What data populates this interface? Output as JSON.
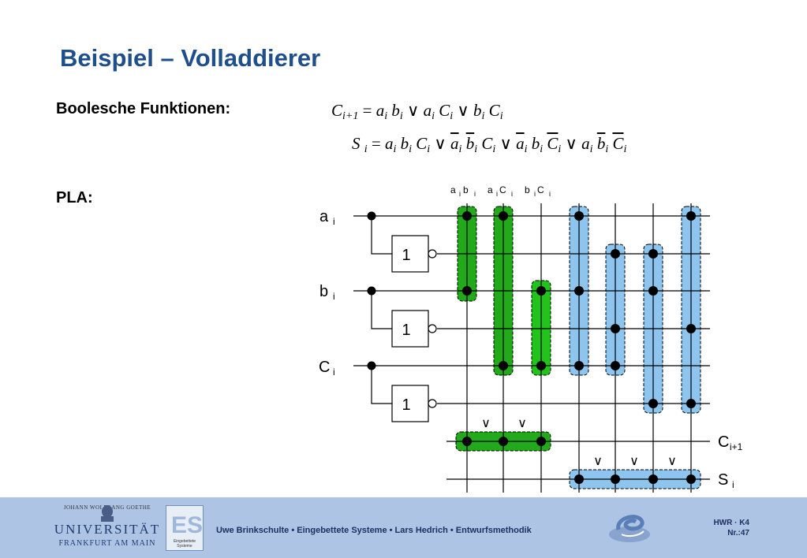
{
  "title": "Beispiel – Volladdierer",
  "labels": {
    "boolean_functions": "Boolesche Funktionen:",
    "pla": "PLA:"
  },
  "inputs": {
    "a": "a",
    "a_sub": "i",
    "b": "b",
    "b_sub": "i",
    "c": "C",
    "c_sub": "i"
  },
  "inverter_label": "1",
  "column_headers": {
    "h1_a": "a",
    "h1_as": "i",
    "h1_b": "b",
    "h1_bs": "i",
    "h2_a": "a",
    "h2_as": "i",
    "h2_c": "C",
    "h2_cs": "i",
    "h3_b": "b",
    "h3_bs": "i",
    "h3_c": "C",
    "h3_cs": "i"
  },
  "or_symbol": "∨",
  "outputs": {
    "c_out": "C",
    "c_out_sub": "i+1",
    "s_out": "S",
    "s_out_sub": "i"
  },
  "colors": {
    "title": "#1f4e8c",
    "green": "#22aa1a",
    "blue": "#8ec5ee",
    "footer": "#adc4e4"
  },
  "footer": {
    "uni_small": "JOHANN WOLFGANG GOETHE",
    "uni_name": "UNIVERSITÄT",
    "uni_city": "FRANKFURT AM MAIN",
    "es_logo": "ES",
    "es_caption": "Eingebettete Systeme",
    "text": "Uwe Brinkschulte • Eingebettete Systeme • Lars Hedrich • Entwurfsmethodik",
    "page_line1": "HWR · K4",
    "page_line2": "Nr.:47"
  }
}
